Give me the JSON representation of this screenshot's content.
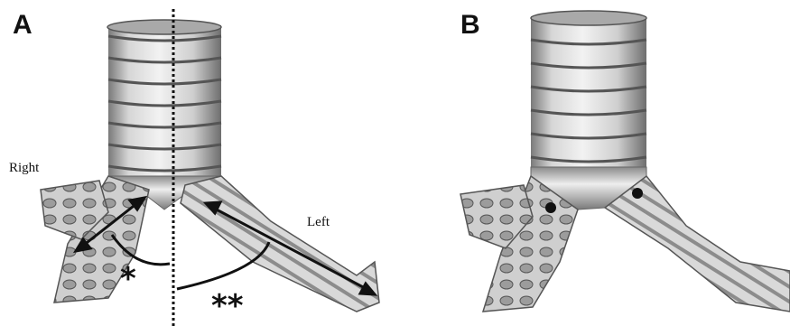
{
  "panels": [
    {
      "letter": "A",
      "labels": {
        "right": "Right",
        "left": "Left"
      },
      "angle_markers": {
        "right_angle": "*",
        "left_angle": "**"
      }
    },
    {
      "letter": "B",
      "markers": [
        "right-bronchus-dot",
        "left-bronchus-dot"
      ]
    }
  ]
}
